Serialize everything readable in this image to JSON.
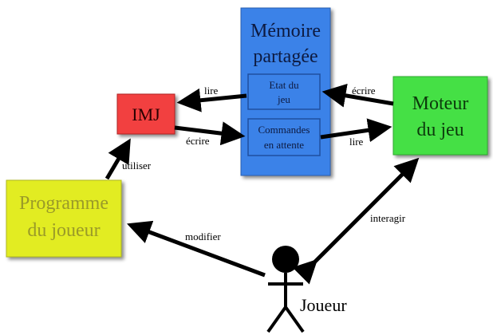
{
  "nodes": {
    "memory": {
      "line1": "Mémoire",
      "line2": "partagée"
    },
    "game_state": {
      "line1": "Etat du",
      "line2": "jeu"
    },
    "pending_commands": {
      "line1": "Commandes",
      "line2": "en attente"
    },
    "imj": {
      "label": "IMJ"
    },
    "engine": {
      "line1": "Moteur",
      "line2": "du jeu"
    },
    "player_program": {
      "line1": "Programme",
      "line2": "du joueur"
    },
    "player": {
      "label": "Joueur"
    }
  },
  "edges": {
    "state_to_imj": "lire",
    "imj_to_commands": "écrire",
    "engine_to_state": "écrire",
    "commands_to_engine": "lire",
    "program_uses_imj": "utiliser",
    "player_modifies_program": "modifier",
    "player_interacts_engine": "interagir"
  },
  "colors": {
    "memory_fill": "#3b82e8",
    "imj_fill": "#f24040",
    "engine_fill": "#44e044",
    "program_fill": "#e2ec22",
    "program_text": "#9a9a28"
  }
}
